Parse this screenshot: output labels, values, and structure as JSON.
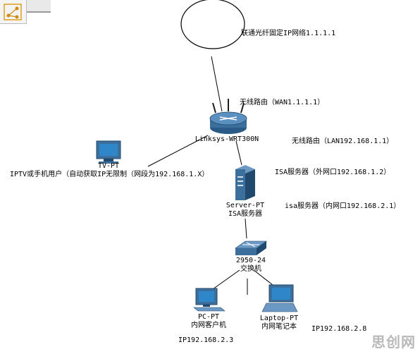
{
  "cloud": {
    "label": "联通光纤固定IP网络1.1.1.1"
  },
  "router": {
    "name": "Linksys-WRT300N",
    "wan_label": "无线路由（WAN1.1.1.1）",
    "lan_label": "无线路由（LAN192.168.1.1）"
  },
  "tv": {
    "name": "TV-PT",
    "desc": "IPTV或手机用户（自动获取IP无限制（网段为192.168.1.X）"
  },
  "server": {
    "name": "Server-PT",
    "desc": "ISA服务器",
    "external_label": "ISA服务器（外网口192.168.1.2）",
    "internal_label": "isa服务器（内网口192.168.2.1）"
  },
  "switch": {
    "name": "2950-24",
    "desc": "交换机"
  },
  "pc": {
    "name": "PC-PT",
    "desc": "内网客户机",
    "ip": "IP192.168.2.3"
  },
  "laptop": {
    "name": "Laptop-PT",
    "desc": "内网笔记本",
    "ip": "IP192.168.2.8"
  },
  "watermark": "思创网",
  "colors": {
    "device_blue": "#3d6f9c",
    "device_dark": "#21496e",
    "screen": "#2f86c8",
    "link": "#000000"
  }
}
